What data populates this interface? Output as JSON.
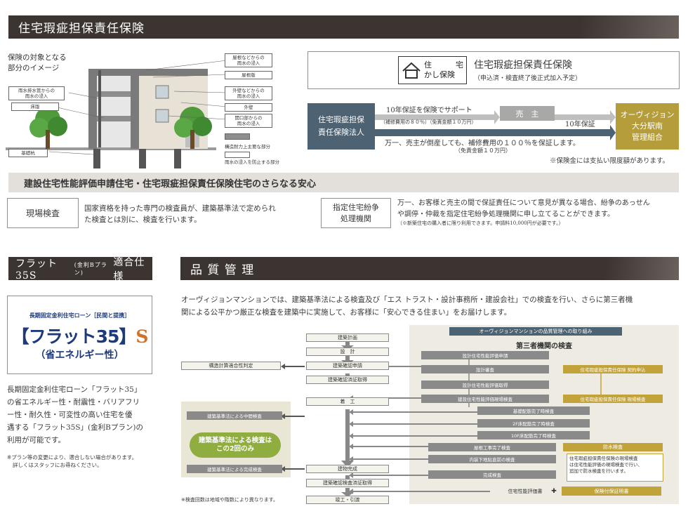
{
  "section1": {
    "title": "住宅瑕疵担保責任保険",
    "image_caption_l1": "保険の対象となる",
    "image_caption_l2": "部分のイメージ",
    "callouts": {
      "roof": [
        "屋根などからの",
        "雨水の浸入"
      ],
      "roof_board": "屋根版",
      "drain": [
        "雨水排水管からの",
        "雨水の浸入"
      ],
      "floor": "床版",
      "wall_in": [
        "外壁などからの",
        "雨水の浸入"
      ],
      "wall": "外壁",
      "opening": [
        "開口部からの",
        "雨水の浸入"
      ],
      "pile": "基礎杭",
      "legend_structure": "構造耐力上主要な部分",
      "legend_rain": "雨水の浸入を防止する部分"
    },
    "logo_lines": [
      "住",
      "宅",
      "かし保険"
    ],
    "insurance_title": "住宅瑕疵担保責任保険",
    "insurance_sub": "（申込済・検査終了後正式加入予定）",
    "corp_box": [
      "住宅瑕疵担保",
      "責任保険法人"
    ],
    "seller": "売　主",
    "owner_box": [
      "オーヴィジョン",
      "大分駅南",
      "管理組合"
    ],
    "flow_top": "10年保証を保険でサポート",
    "flow_top_sub": "（補修費用の８０％）（免責金額１０万円）",
    "flow_right": "10年保証",
    "flow_bottom": "万一、売主が倒産しても、補修費用の１００％を保証します。",
    "flow_bottom_sub": "（免責金額１０万円）",
    "note": "※保険金には支払い限度額があります。"
  },
  "section2": {
    "title": "建設住宅性能評価申請住宅・住宅瑕疵担保責任保険住宅のさらなる安心",
    "box1_label": "現場検査",
    "box1_text_l1": "国家資格を持った専門の検査員が、建築基準法で定められ",
    "box1_text_l2": "た検査とは別に、検査を行います。",
    "box2_label_l1": "指定住宅紛争",
    "box2_label_l2": "処理機関",
    "box2_text_l1": "万一、お客様と売主の間で保証責任について意見が異なる場合、紛争のあっせん",
    "box2_text_l2": "や調停・仲裁を指定住宅紛争処理機関に申し立てることができます。",
    "box2_note": "（※新築住宅の購入者に限り利用できます。申請料10,000円が必要です。）"
  },
  "section3": {
    "title": "フラット35S",
    "title_small": "(金利Bプラン)",
    "title_tail": "適合仕様",
    "logo_top": "長期固定金利住宅ローン［民間と提携］",
    "logo_main": "【フラット35】",
    "logo_s": "S",
    "logo_bottom": "（省エネルギー性）",
    "body": [
      "長期固定金利住宅ローン「フラット35」",
      "の省エネルギー性・耐震性・バリアフリ",
      "ー性・耐久性・可変性の高い住宅を優",
      "遇する「フラット35S」(金利Bプラン)の",
      "利用が可能です。"
    ],
    "note_l1": "※プラン等の変更により、適合しない場合があります。",
    "note_l2": "詳しくはスタッフにお尋ねください。"
  },
  "section4": {
    "title": "品 質 管 理",
    "intro_l1": "オーヴィジョンマンションでは、建築基準法による検査及び「エス トラスト・設計事務所・建設会社」での検査を行い、さらに第三者機",
    "intro_l2": "関による公平かつ厳正な検査を建築中に実施して、お客様に「安心できる住まい」をお届けします。",
    "center_flow": [
      "建築計画",
      "設　計",
      "建築確認申請",
      "建築確認済証取得",
      "着　工",
      "建物完成",
      "建築確認検査済証取得",
      "竣工・引渡"
    ],
    "left_struct": "構造計算適合性判定",
    "left_mid": "建築基準法による中間検査",
    "left_oval": [
      "建築基準法による検査は",
      "この2回のみ"
    ],
    "left_final": "建築基準法による完成検査",
    "right_panel_title": "オーヴィジョンマンションの品質管理への取り組み",
    "right_sub_title": "第三者機関の検査",
    "right_items": [
      "設計住宅性能評価申請",
      "設計審査",
      "設計住宅性能評価取得",
      "建設住宅性能評価現場検査",
      "基礎配筋完了時検査",
      "2F床配筋完了時検査",
      "10F床配筋完了時検査",
      "屋根工事完了検査",
      "内装下地貼直前の検査",
      "完成検査"
    ],
    "gold_items": [
      "住宅瑕疵担保責任保険 契約申込",
      "住宅瑕疵担保責任保険 現場検査",
      "防水検査"
    ],
    "gold_note": [
      "住宅瑕疵担保責任保険の現場検査",
      "は住宅性能評価の現場検査で行い、",
      "追加で防水検査を行います。"
    ],
    "final_left": "住宅性能評価書",
    "final_right": "保険付保証明書",
    "footnote": "※検査回数は地域や階数により異なります。"
  }
}
